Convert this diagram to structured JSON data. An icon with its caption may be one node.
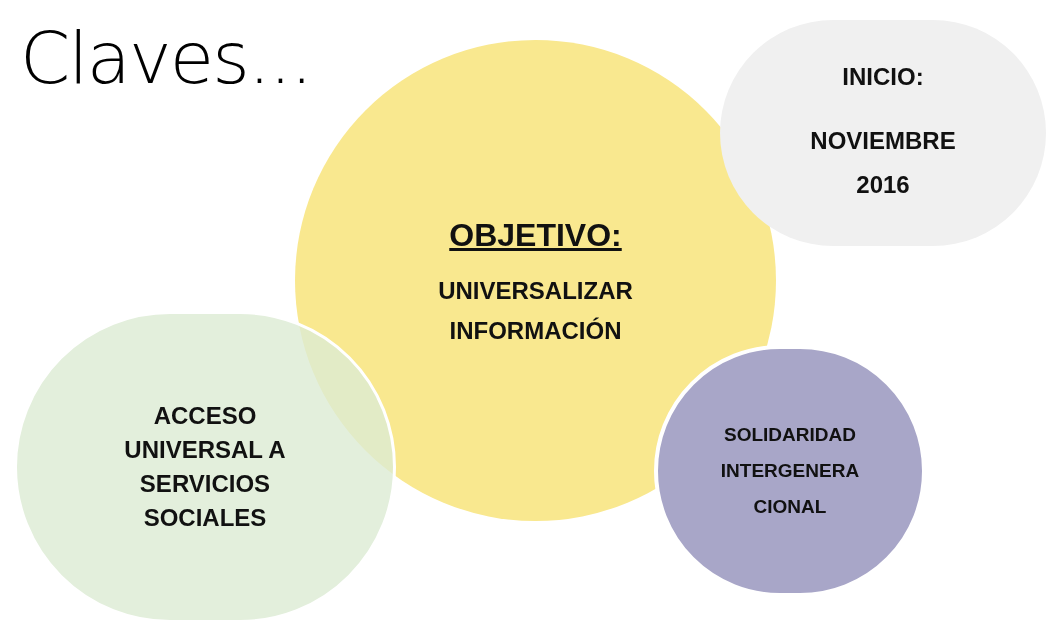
{
  "diagram": {
    "title": "Claves...",
    "nodes": [
      {
        "text": [
          "OBJETIVO:",
          "UNIVERSALIZAR INFORMACIÓN"
        ]
      },
      {
        "text": [
          "INICIO:",
          "NOVIEMBRE 2016"
        ]
      },
      {
        "text": [
          "ACCESO UNIVERSAL A SERVICIOS SOCIALES"
        ]
      },
      {
        "text": [
          "SOLIDARIDAD INTERGENERA CIONAL"
        ]
      }
    ]
  }
}
